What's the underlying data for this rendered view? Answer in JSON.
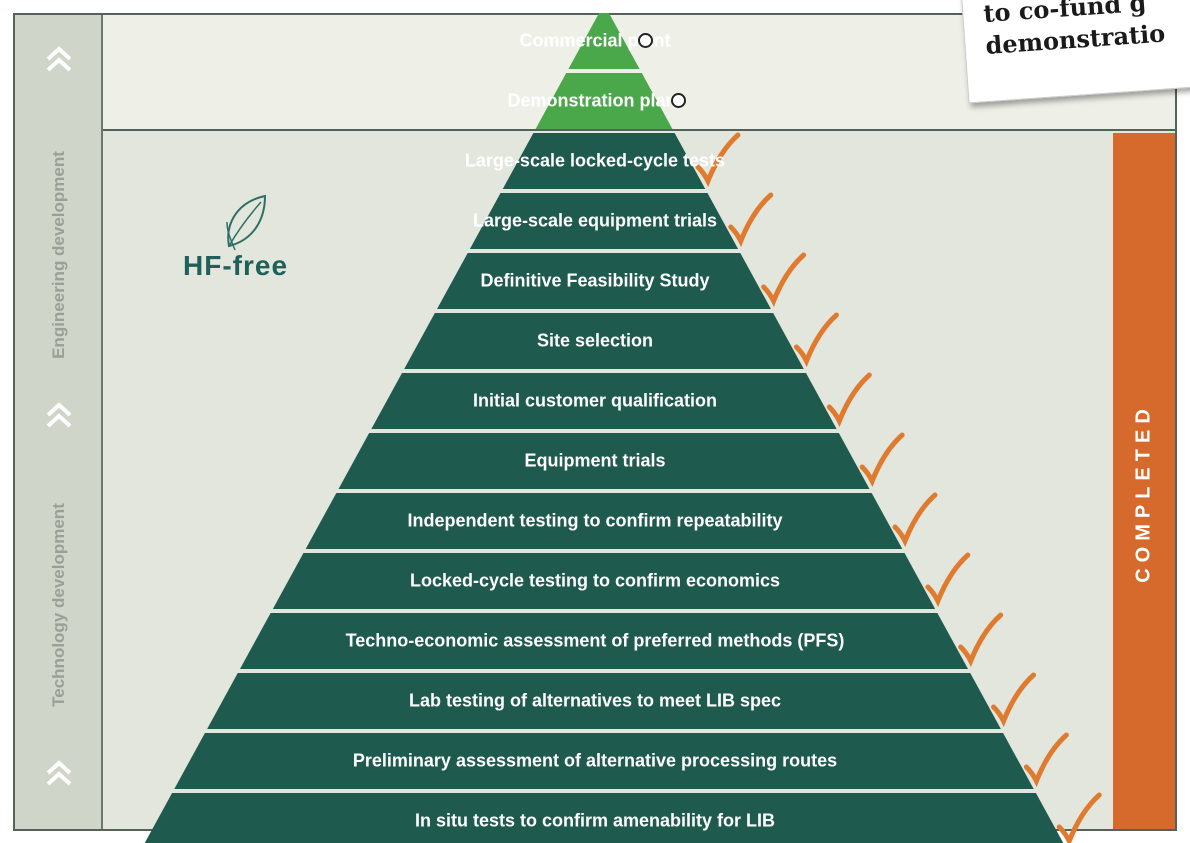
{
  "side_labels": {
    "engineering": "Engineering development",
    "technology": "Technology development"
  },
  "completed_label": "COMPLETED",
  "logo_text": "HF-free",
  "note_card": {
    "line1": "to co-fund g",
    "line2": "demonstratio"
  },
  "levels": [
    {
      "label": "Commercial plant",
      "status": "pending"
    },
    {
      "label": "Demonstration plant",
      "status": "pending"
    },
    {
      "label": "Large-scale locked-cycle tests",
      "status": "done"
    },
    {
      "label": "Large-scale  equipment trials",
      "status": "done"
    },
    {
      "label": "Definitive Feasibility Study",
      "status": "done"
    },
    {
      "label": "Site selection",
      "status": "done"
    },
    {
      "label": "Initial customer qualification",
      "status": "done"
    },
    {
      "label": "Equipment trials",
      "status": "done"
    },
    {
      "label": "Independent testing to confirm repeatability",
      "status": "done"
    },
    {
      "label": "Locked-cycle testing to confirm economics",
      "status": "done"
    },
    {
      "label": "Techno-economic assessment of preferred methods (PFS)",
      "status": "done"
    },
    {
      "label": "Lab testing of alternatives to meet LIB spec",
      "status": "done"
    },
    {
      "label": "Preliminary assessment of alternative processing routes",
      "status": "done"
    },
    {
      "label": "In situ tests to confirm amenability for LIB",
      "status": "done"
    }
  ],
  "colors": {
    "pending_fill": "#4aa84a",
    "done_fill": "#1f5a4f",
    "check": "#e07a2e",
    "completed_bar": "#d66a2d"
  },
  "icons": {
    "chevron": "double-chevron-up-icon",
    "check": "check-icon",
    "circle": "circle-icon",
    "leaf": "leaf-icon"
  }
}
